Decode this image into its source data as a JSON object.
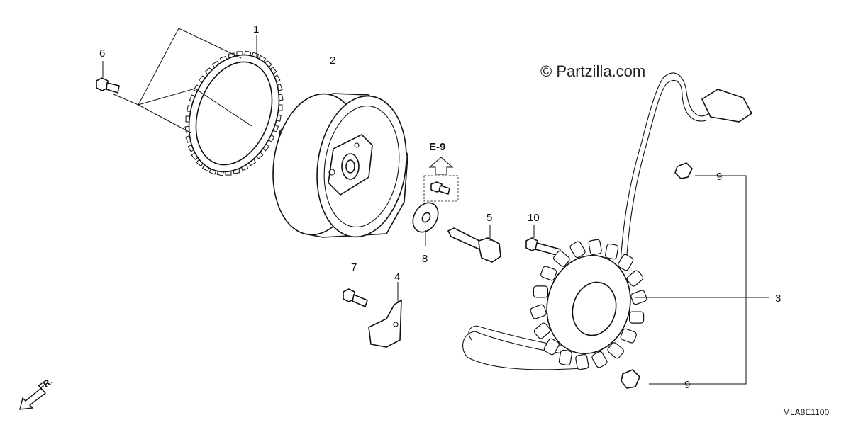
{
  "watermark": "© Partzilla.com",
  "diagram_code": "MLA8E1100",
  "front_marker": "FR.",
  "reference": "E-9",
  "callouts": {
    "p1": "1",
    "p2": "2",
    "p3": "3",
    "p4": "4",
    "p5": "5",
    "p6": "6",
    "p7": "7",
    "p8": "8",
    "p9_upper": "9",
    "p9_lower": "9",
    "p10": "10"
  },
  "icons": {
    "reference_arrow": "up-arrow-outline",
    "front_arrow": "down-left-arrow"
  }
}
